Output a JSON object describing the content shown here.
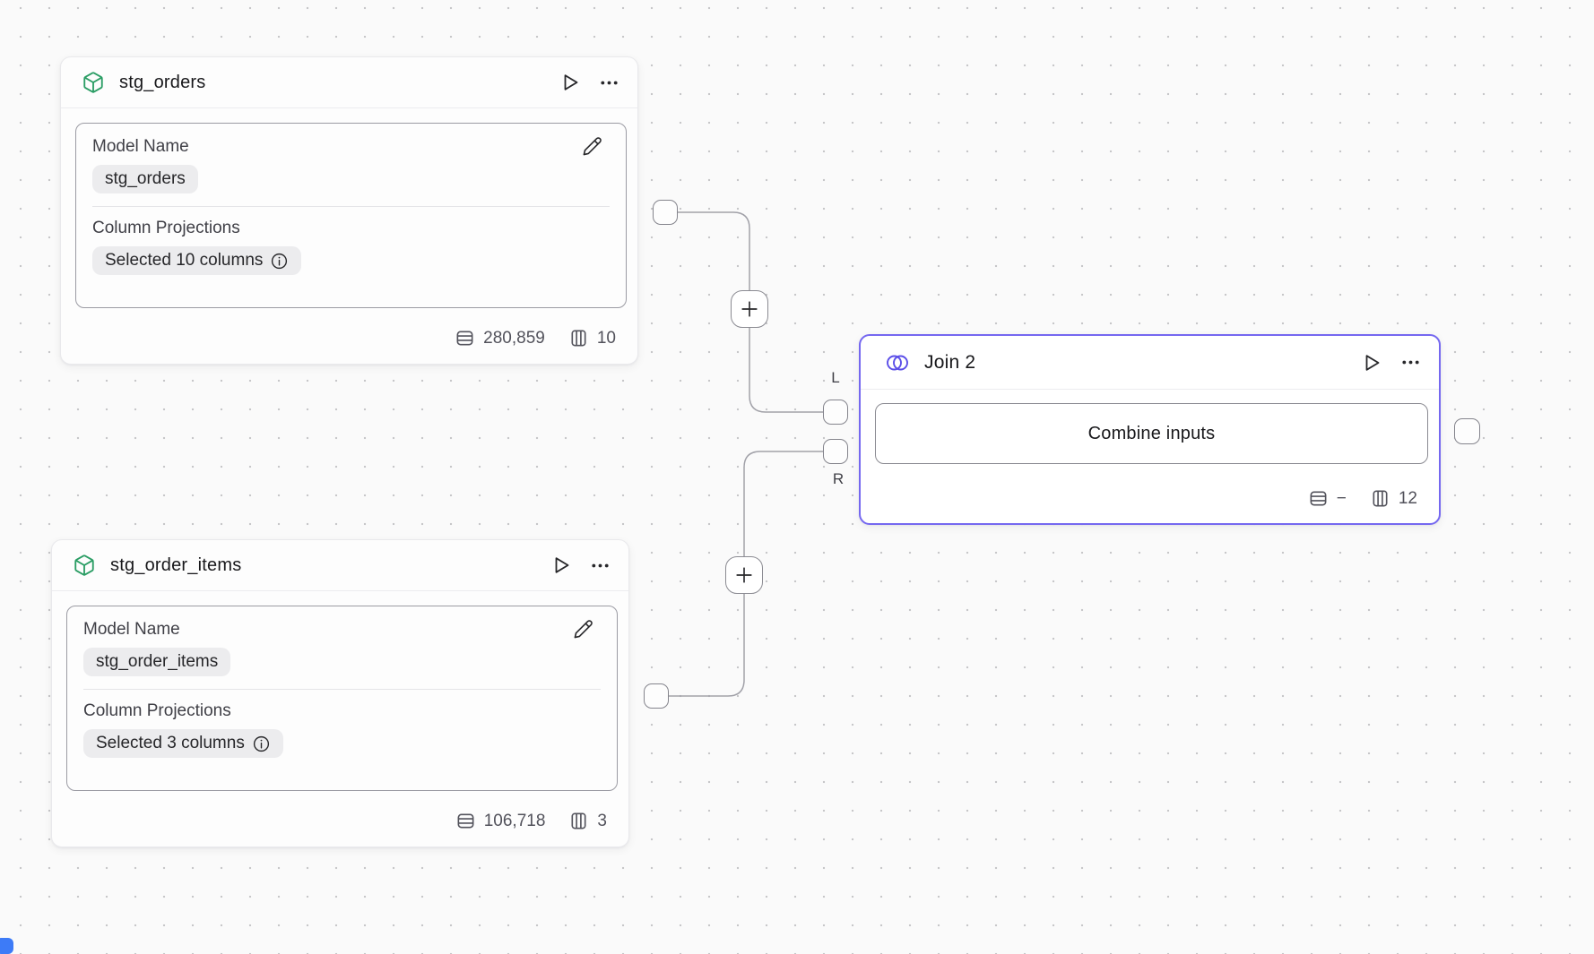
{
  "canvas": {
    "background": "#fafafa",
    "dot_color": "#c7c7c9"
  },
  "colors": {
    "model_icon_green": "#2a9d64",
    "join_icon_indigo": "#5b4ee8",
    "join_border_purple": "#7568f0",
    "wire_gray": "#a1a1a8"
  },
  "nodes": {
    "stg_orders": {
      "title": "stg_orders",
      "model_name_label": "Model Name",
      "model_name_value": "stg_orders",
      "projections_label": "Column Projections",
      "projections_value": "Selected 10 columns",
      "row_count": "280,859",
      "column_count": "10"
    },
    "stg_order_items": {
      "title": "stg_order_items",
      "model_name_label": "Model Name",
      "model_name_value": "stg_order_items",
      "projections_label": "Column Projections",
      "projections_value": "Selected 3 columns",
      "row_count": "106,718",
      "column_count": "3"
    },
    "join": {
      "title": "Join 2",
      "button_label": "Combine inputs",
      "row_count": "−",
      "column_count": "12"
    }
  },
  "ports": {
    "left_input_label": "L",
    "right_input_label": "R"
  }
}
